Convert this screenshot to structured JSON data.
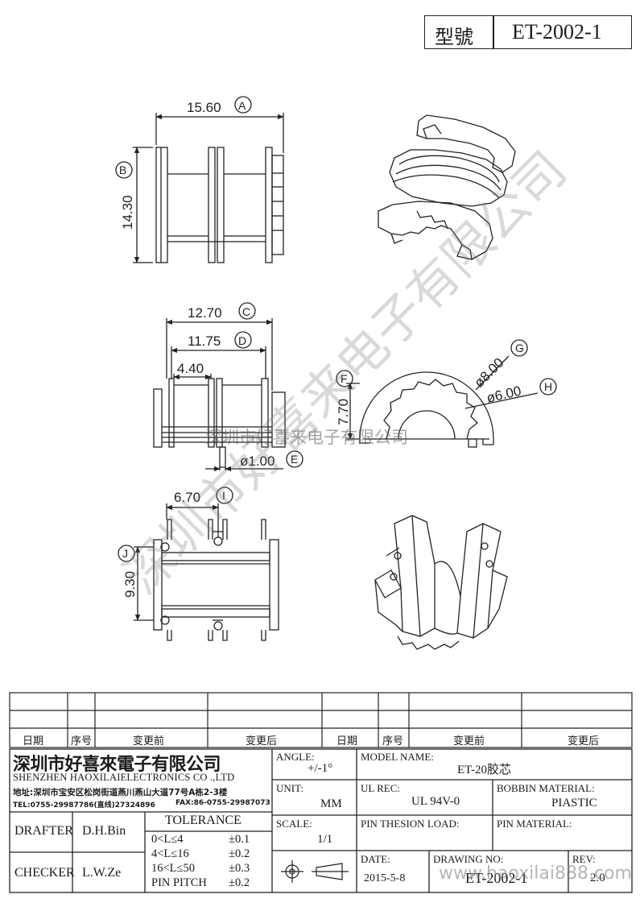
{
  "title_block": {
    "model_label": "型號",
    "model_value": "ET-2002-1"
  },
  "dimensions": {
    "A": {
      "value": "15.60",
      "letter": "A"
    },
    "B": {
      "value": "14.30",
      "letter": "B"
    },
    "C": {
      "value": "12.70",
      "letter": "C"
    },
    "D": {
      "value": "11.75",
      "letter": "D"
    },
    "E": {
      "value": "ø1.00",
      "letter": "E"
    },
    "F": {
      "value": "7.70",
      "letter": "F"
    },
    "G": {
      "value": "ø8.00",
      "letter": "G"
    },
    "H": {
      "value": "ø6.00",
      "letter": "H"
    },
    "I": {
      "value": "6.70",
      "letter": "I"
    },
    "J": {
      "value": "9.30",
      "letter": "J"
    },
    "plain": {
      "value": "4.40"
    }
  },
  "revision_table": {
    "headers": [
      "日期",
      "序号",
      "变更前",
      "变更后",
      "日期",
      "序号",
      "变更前",
      "变更后"
    ]
  },
  "company": {
    "name_cn": "深圳市好喜來電子有限公司",
    "name_en": "SHENZHEN HAOXILAIELECTRONICS CO .,LTD",
    "address": "地址:深圳市宝安区松岗街道燕川燕山大道77号A栋2-3楼",
    "tel": "TEL:0755-29987786(直线)27324896",
    "fax": "FAX:86-0755-29987073"
  },
  "info": {
    "angle_label": "ANGLE:",
    "angle_value": "+/-1°",
    "model_name_label": "MODEL NAME:",
    "model_name_value": "ET-20胶芯",
    "unit_label": "UNIT:",
    "unit_value": "MM",
    "ul_rec_label": "UL REC:",
    "ul_rec_value": "UL 94V-0",
    "bobbin_material_label": "BOBBIN MATERIAL:",
    "bobbin_material_value": "PIASTIC",
    "scale_label": "SCALE:",
    "scale_value": "1/1",
    "pin_load_label": "PIN THESION LOAD:",
    "pin_material_label": "PIN MATERIAL:",
    "date_label": "DATE:",
    "date_value": "2015-5-8",
    "drawing_no_label": "DRAWING NO:",
    "drawing_no_value": "ET-2002-1",
    "rev_label": "REV:",
    "rev_value": "2.0"
  },
  "people": {
    "drafter_label": "DRAFTER",
    "drafter_value": "D.H.Bin",
    "checker_label": "CHECKER",
    "checker_value": "L.W.Ze"
  },
  "tolerance": {
    "title": "TOLERANCE",
    "rows": [
      {
        "range": "0<L≤4",
        "tol": "±0.1"
      },
      {
        "range": "4<L≤16",
        "tol": "±0.2"
      },
      {
        "range": "16<L≤50",
        "tol": "±0.3"
      },
      {
        "range": "PIN PITCH",
        "tol": "±0.2"
      }
    ]
  },
  "watermark": {
    "diagonal": "深圳市好喜来电子有限公司",
    "center": "深圳市好喜来电子有限公司",
    "url": "www.haoxilai888.com"
  }
}
